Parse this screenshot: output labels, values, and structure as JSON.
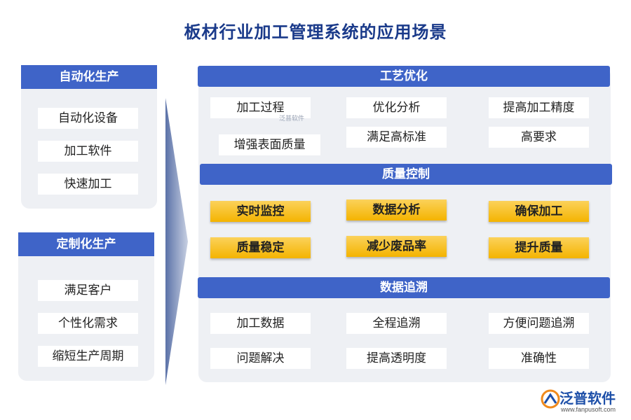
{
  "title": "板材行业加工管理系统的应用场景",
  "left": {
    "auto": {
      "header": "自动化生产",
      "items": [
        "自动化设备",
        "加工软件",
        "快速加工"
      ]
    },
    "custom": {
      "header": "定制化生产",
      "items": [
        "满足客户",
        "个性化需求",
        "缩短生产周期"
      ]
    }
  },
  "right": {
    "process": {
      "header": "工艺优化",
      "items": [
        "加工过程",
        "优化分析",
        "提高加工精度",
        "增强表面质量",
        "满足高标准",
        "高要求"
      ]
    },
    "quality": {
      "header": "质量控制",
      "items": [
        "实时监控",
        "数据分析",
        "确保加工",
        "质量稳定",
        "减少废品率",
        "提升质量"
      ]
    },
    "trace": {
      "header": "数据追溯",
      "items": [
        "加工数据",
        "全程追溯",
        "方便问题追溯",
        "问题解决",
        "提高透明度",
        "准确性"
      ]
    }
  },
  "watermark": "泛普软件",
  "logo": {
    "name": "泛普软件",
    "url": "www.fanpusoft.com"
  },
  "colors": {
    "header_blue": "#3f64c8",
    "panel_gray": "#eef0f4",
    "highlight_yellow": "#f4b400",
    "title_blue": "#1a3a8a"
  }
}
